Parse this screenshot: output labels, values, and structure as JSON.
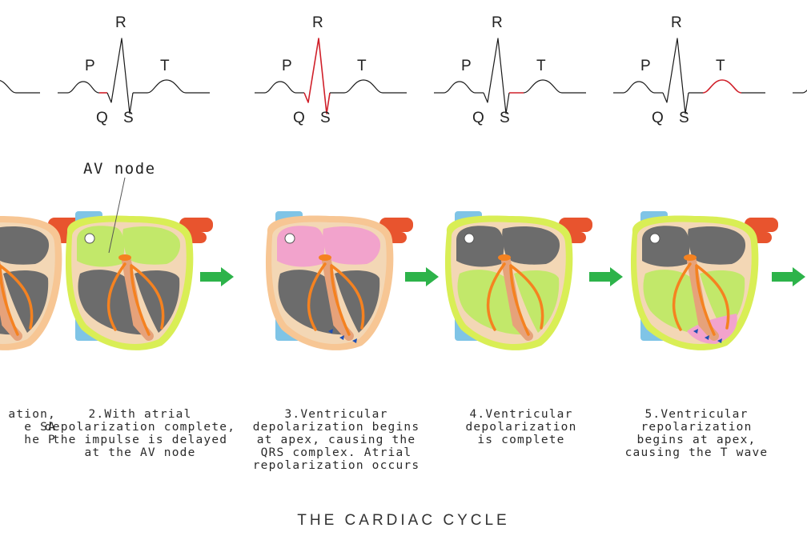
{
  "title": "THE CARDIAC CYCLE",
  "av_node_label": "AV node",
  "wave_labels": {
    "p": "P",
    "q": "Q",
    "r": "R",
    "s": "S",
    "t": "T"
  },
  "colors": {
    "highlight": "#d0202a",
    "arrow": "#2db34a",
    "depolarized": "#c2e86a",
    "polarized": "#6c6c6c",
    "repolarized": "#f2a3cc",
    "conduction": "#f58220",
    "vessel": "#7fc4e6",
    "pericardium": "#f7c694"
  },
  "stages": [
    {
      "caption_lines": [
        "ation,",
        "e SA",
        "he P"
      ],
      "highlight": "none",
      "partial": true
    },
    {
      "caption_lines": [
        "2.With atrial",
        "depolarization complete,",
        "the impulse is delayed",
        "at the AV node"
      ],
      "highlight": "pq"
    },
    {
      "caption_lines": [
        "3.Ventricular",
        "depolarization begins",
        "at apex, causing the",
        "QRS complex. Atrial",
        "repolarization occurs"
      ],
      "highlight": "qrs"
    },
    {
      "caption_lines": [
        "4.Ventricular",
        "depolarization",
        "is complete"
      ],
      "highlight": "st"
    },
    {
      "caption_lines": [
        "5.Ventricular",
        "repolarization",
        "begins at apex,",
        "causing the T wave"
      ],
      "highlight": "t"
    }
  ]
}
